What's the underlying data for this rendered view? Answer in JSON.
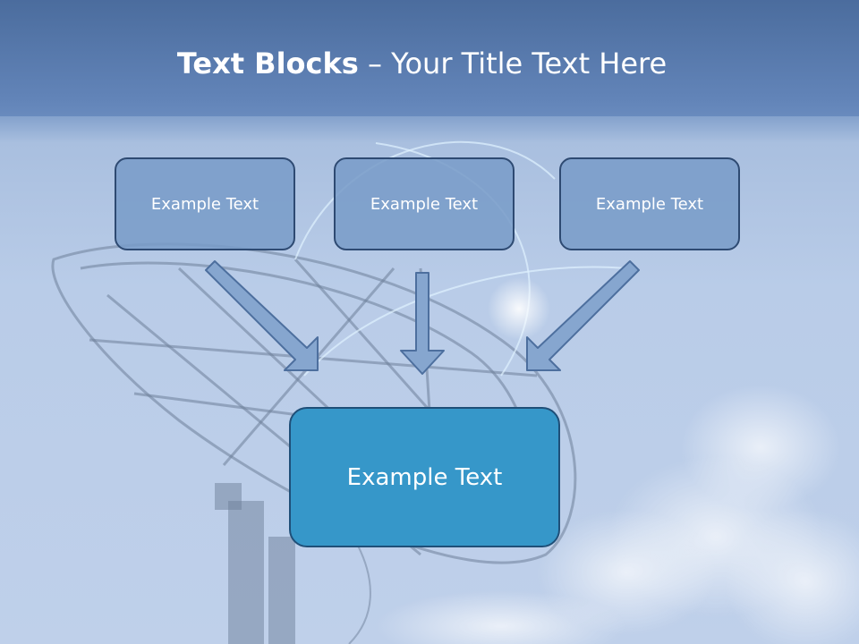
{
  "title": {
    "bold": "Text Blocks",
    "separator": " – ",
    "rest": "Your Title Text Here"
  },
  "boxes": {
    "top_left": "Example Text",
    "top_center": "Example Text",
    "top_right": "Example Text",
    "bottom": "Example Text"
  },
  "colors": {
    "header": "#5577a8",
    "small_box": "#7f9fc9",
    "small_box_border": "#2e4a72",
    "big_box": "#3697c9",
    "arrow": "#7a9ac6"
  }
}
